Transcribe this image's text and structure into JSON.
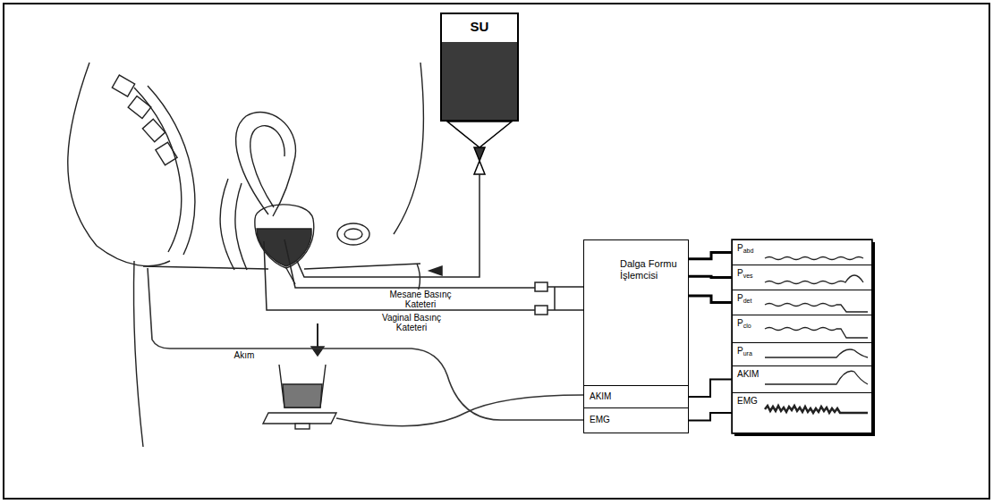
{
  "diagram": {
    "nodes": [
      {
        "text": [
          "SU"
        ]
      },
      {
        "text": [
          "Dalga Formu İşlemcisi"
        ]
      },
      {
        "text": [
          "AKIM"
        ],
        "in": 1
      },
      {
        "text": [
          "EMG"
        ],
        "in": 1
      },
      {
        "text": [
          "Pabd"
        ]
      },
      {
        "text": [
          "Pves"
        ]
      },
      {
        "text": [
          "Pdet"
        ]
      },
      {
        "text": [
          "Pclo"
        ]
      },
      {
        "text": [
          "Pura"
        ]
      },
      {
        "text": [
          "AKIM"
        ]
      },
      {
        "text": [
          "EMG"
        ]
      }
    ],
    "edges": [
      {
        "from": 1,
        "to": 4,
        "arrow": "none"
      },
      {
        "from": 1,
        "to": 5,
        "arrow": "none"
      },
      {
        "from": 1,
        "to": 6,
        "arrow": "none"
      },
      {
        "from": 2,
        "to": 9,
        "arrow": "none"
      },
      {
        "from": 3,
        "to": 10,
        "arrow": "none"
      }
    ],
    "labels": [
      "Mesane Basınç Kateteri",
      "Vaginal Basınç Kateteri",
      "Akım"
    ]
  }
}
